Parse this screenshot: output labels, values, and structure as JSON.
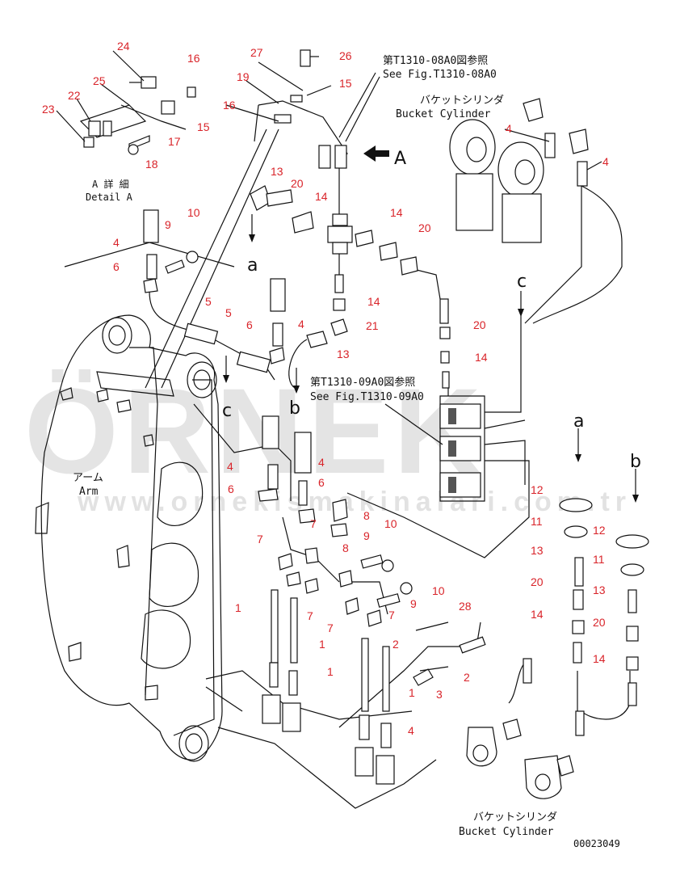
{
  "texts": {
    "ref_jp_a": "第T1310-08A0図参照",
    "ref_en_a": "See Fig.T1310-08A0",
    "ref_jp_b": "第T1310-09A0図参照",
    "ref_en_b": "See Fig.T1310-09A0",
    "bucket_jp_top": "バケットシリンダ",
    "bucket_en_top": "Bucket Cylinder",
    "bucket_jp_bottom": "バケットシリンダ",
    "bucket_en_bottom": "Bucket Cylinder",
    "detail_jp": "A 詳 細",
    "detail_en": "Detail A",
    "arm_jp": "アーム",
    "arm_en": "Arm",
    "view_A": "A",
    "letter_a1": "a",
    "letter_b1": "b",
    "letter_c1": "c",
    "letter_c2": "c",
    "letter_a2": "a",
    "letter_b2": "b",
    "figure_no": "00023049",
    "watermark": "ÖRNEK",
    "watermark_url": "www.ornekismakinalari.com.tr"
  },
  "part_numbers": {
    "n24": "24",
    "n16a": "16",
    "n25": "25",
    "n22": "22",
    "n23": "23",
    "n17": "17",
    "n15a": "15",
    "n18": "18",
    "n27": "27",
    "n26": "26",
    "n19": "19",
    "n15b": "15",
    "n16b": "16",
    "n13a": "13",
    "n20a": "20",
    "n14a": "14",
    "n14b": "14",
    "n20b": "20",
    "n14c": "14",
    "n21": "21",
    "n13b": "13",
    "n20c": "20",
    "n14d": "14",
    "n9a": "9",
    "n10a": "10",
    "n4a": "4",
    "n6a": "6",
    "n5a": "5",
    "n5b": "5",
    "n6b": "6",
    "n4b": "4",
    "n4c": "4",
    "n4d": "4",
    "n4e": "4",
    "n4f": "4",
    "n6c": "6",
    "n6d": "6",
    "n7a": "7",
    "n8a": "8",
    "n9b": "9",
    "n8b": "8",
    "n10b": "10",
    "n7b": "7",
    "n7c": "7",
    "n7d": "7",
    "n10c": "10",
    "n9c": "9",
    "n7e": "7",
    "n1a": "1",
    "n1b": "1",
    "n1c": "1",
    "n2a": "2",
    "n28": "28",
    "n2b": "2",
    "n1d": "1",
    "n3": "3",
    "n4g": "4",
    "n12a": "12",
    "n11a": "11",
    "n12b": "12",
    "n13c": "13",
    "n11b": "11",
    "n20d": "20",
    "n13d": "13",
    "n14e": "14",
    "n20e": "20",
    "n14f": "14"
  }
}
